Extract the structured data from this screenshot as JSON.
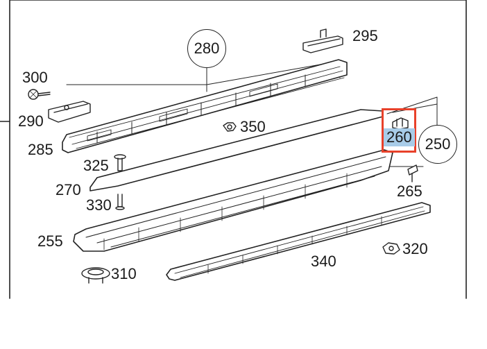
{
  "parts": {
    "p250": "250",
    "p255": "255",
    "p260": "260",
    "p265": "265",
    "p270": "270",
    "p280": "280",
    "p285": "285",
    "p290": "290",
    "p295": "295",
    "p300": "300",
    "p310": "310",
    "p320": "320",
    "p325": "325",
    "p330": "330",
    "p340": "340",
    "p350": "350"
  },
  "highlight": {
    "part": "260",
    "highlight_color": "#e8412a",
    "label_bg": "#a8cce8"
  }
}
